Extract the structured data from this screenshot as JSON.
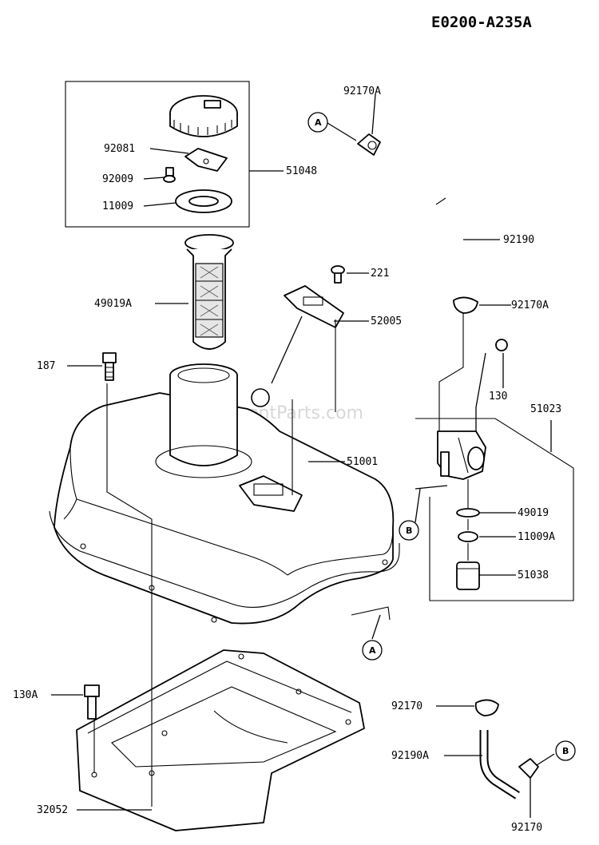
{
  "diagram_code": "E0200-A235A",
  "watermark": "eReplacementParts.com",
  "parts": {
    "p92170A_top": "92170A",
    "p92081": "92081",
    "p92009": "92009",
    "p11009": "11009",
    "p51048": "51048",
    "p92190": "92190",
    "p221": "221",
    "p49019A": "49019A",
    "p52005": "52005",
    "p92170A_mid": "92170A",
    "p187": "187",
    "p130": "130",
    "p51023": "51023",
    "p51001": "51001",
    "p49019": "49019",
    "p11009A": "11009A",
    "p51038": "51038",
    "p130A": "130A",
    "p92170_a": "92170",
    "p92190A": "92190A",
    "p32052": "32052",
    "p92170_b": "92170"
  },
  "callouts": {
    "a1": "A",
    "b1": "B",
    "a2": "A",
    "b2": "B"
  }
}
